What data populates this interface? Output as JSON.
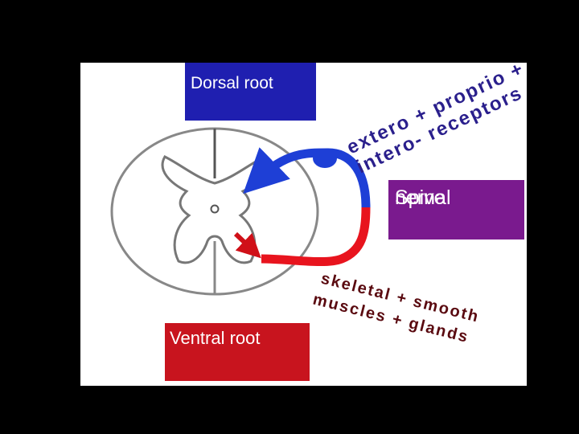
{
  "labels": {
    "dorsal_root": "Dorsal root",
    "ventral_root": "Ventral root",
    "spinal_nerve_line1": "Spinal",
    "spinal_nerve_line2": "nerve"
  },
  "receptor_text": {
    "line1": "extero + proprio +",
    "line2": "intero- receptors"
  },
  "effector_text": {
    "line1": "skeletal + smooth",
    "line2": "muscles + glands"
  },
  "colors": {
    "background": "#000000",
    "panel": "#ffffff",
    "dorsal_box": "#1f1fb0",
    "ventral_box": "#c8141e",
    "spinal_box": "#7a1a8e",
    "sensory_path": "#1e3fd6",
    "motor_path": "#e8141e",
    "receptor_text": "#2a1f8c",
    "effector_text": "#5a0a10"
  }
}
